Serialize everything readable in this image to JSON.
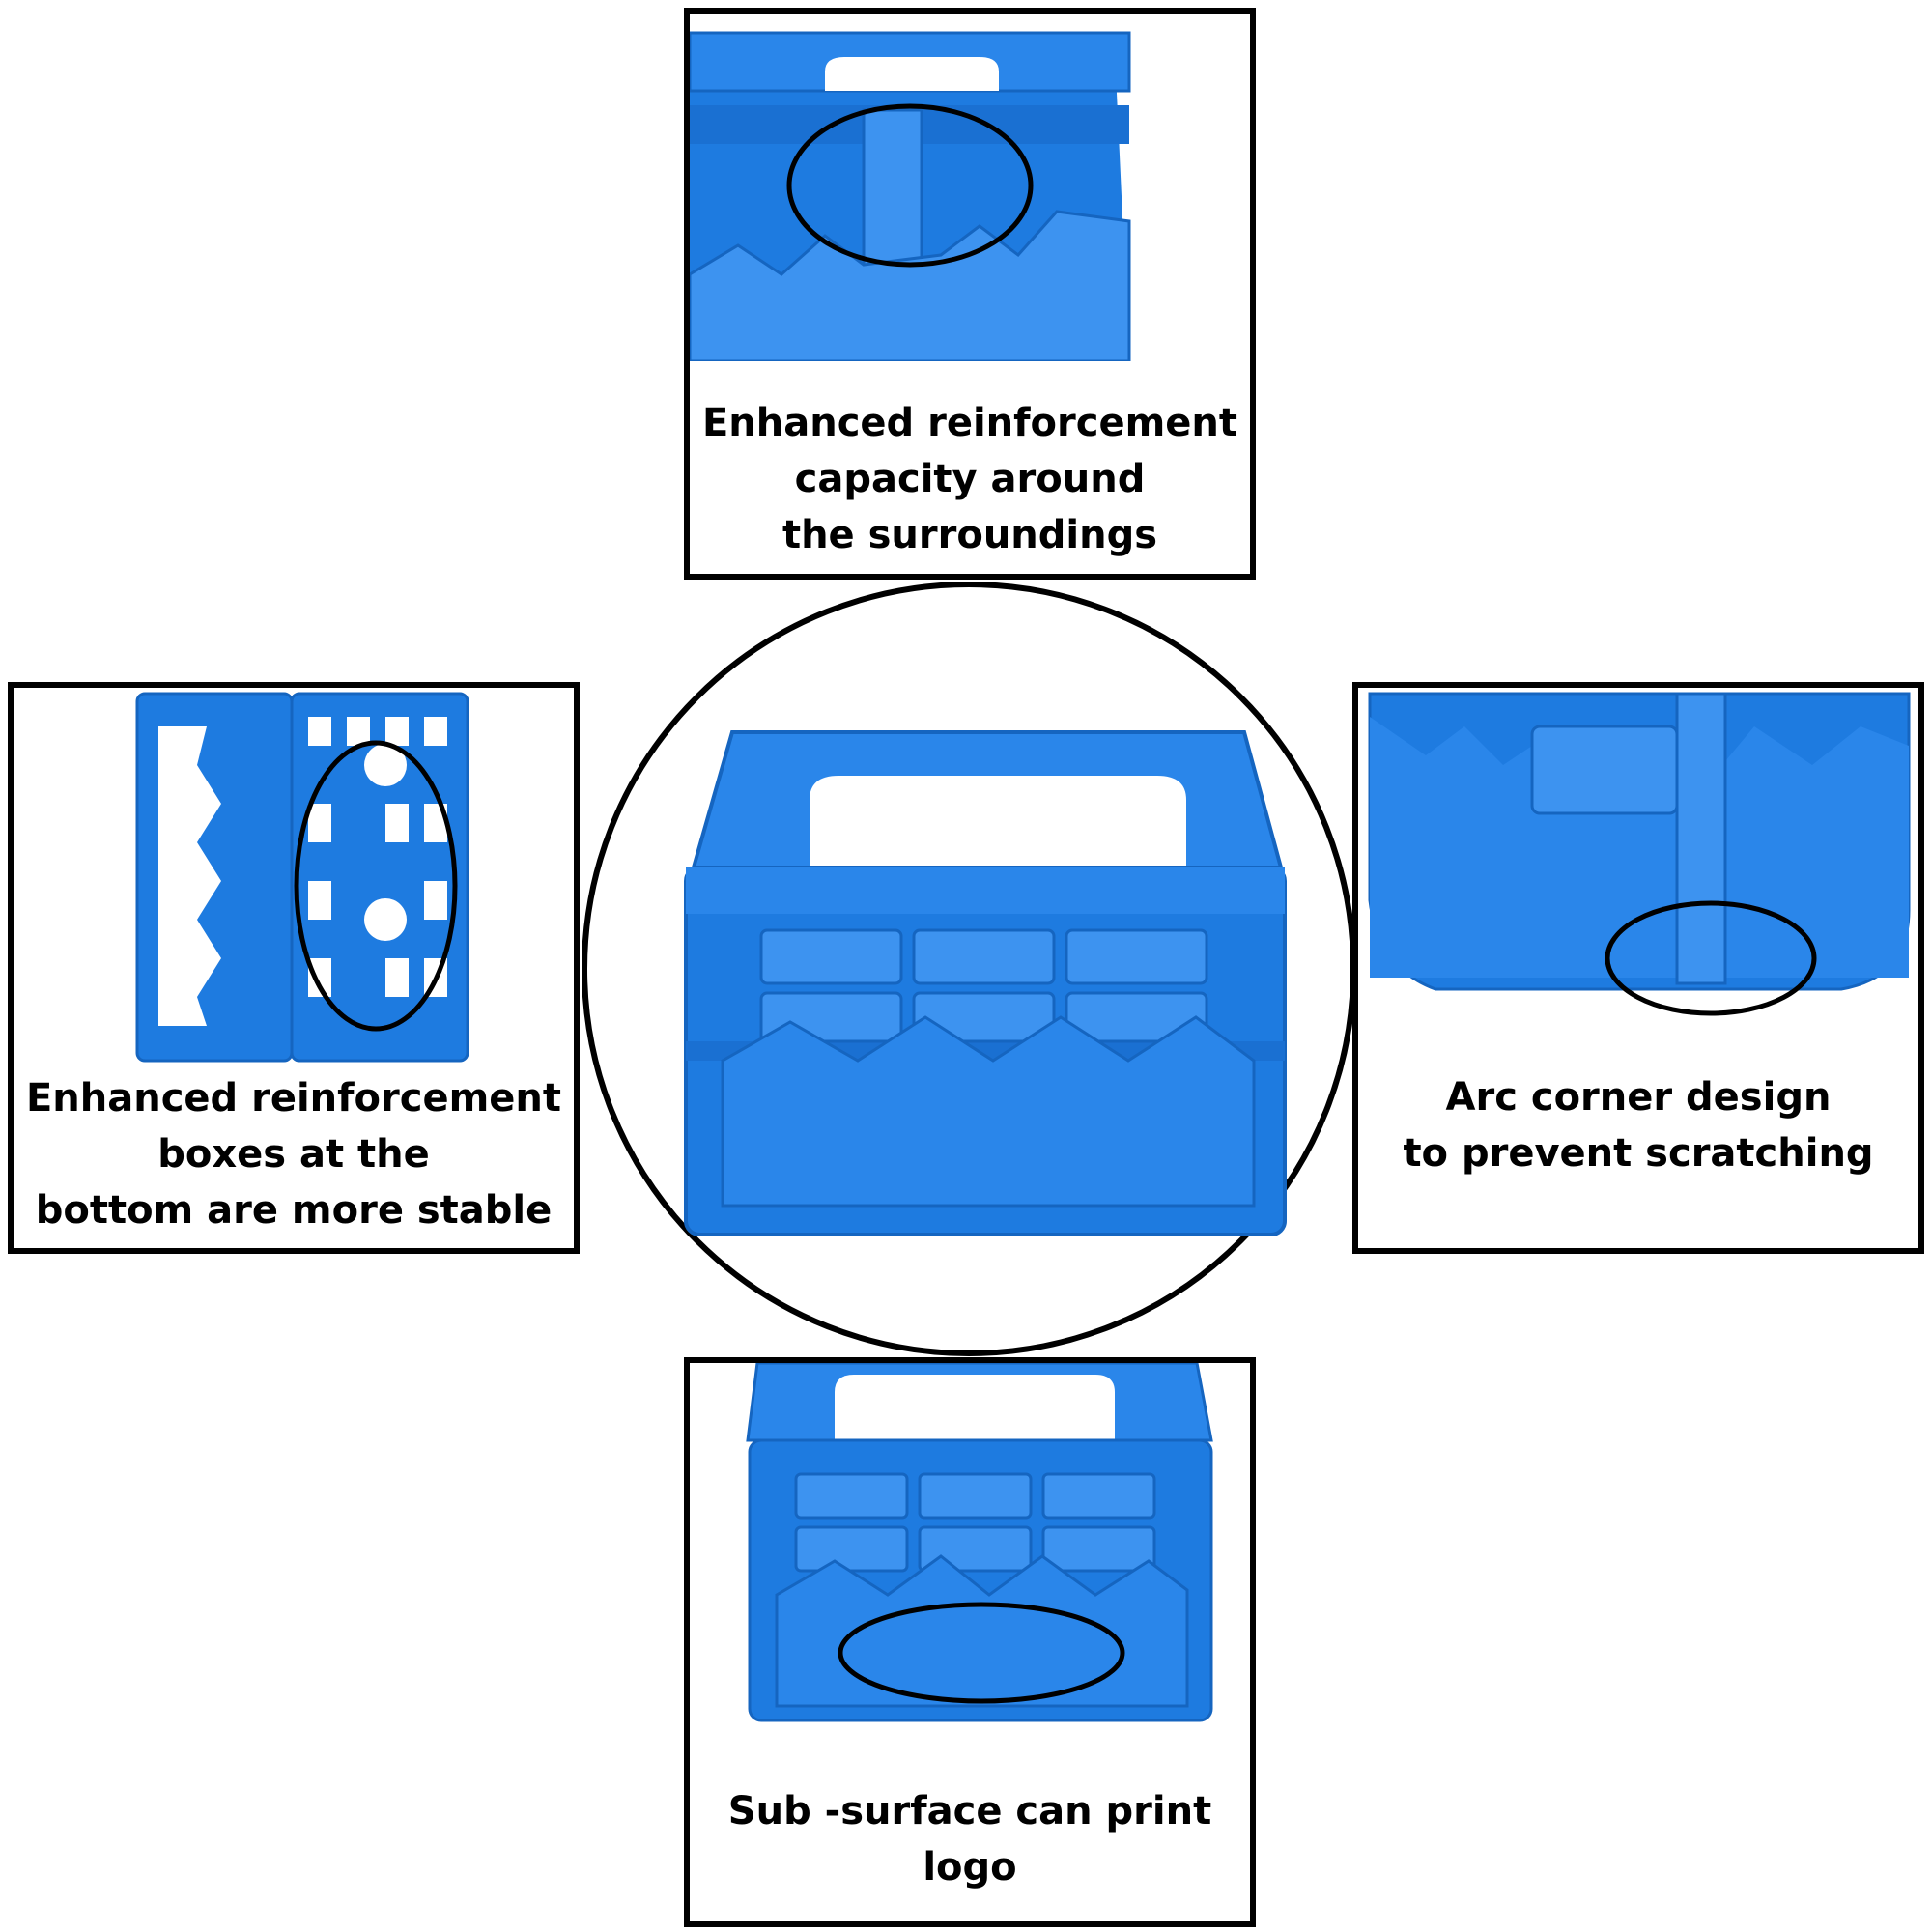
{
  "colors": {
    "crate_blue": "#1e7be0",
    "crate_dark": "#1565c0",
    "crate_light": "#3d93f0",
    "highlight_ring": "#000000"
  },
  "panels": {
    "top": {
      "caption": "Enhanced reinforcement\ncapacity around\nthe surroundings",
      "image": "crate-top-rim-closeup"
    },
    "left": {
      "caption": "Enhanced reinforcement\nboxes at the\nbottom are more stable",
      "image": "crate-side-view-closeup"
    },
    "right": {
      "caption": "Arc corner design\nto prevent scratching",
      "image": "crate-corner-closeup"
    },
    "bottom": {
      "caption": "Sub -surface can print logo",
      "image": "crate-front-view"
    }
  },
  "center": {
    "image": "blue-plastic-bottle-crate"
  }
}
